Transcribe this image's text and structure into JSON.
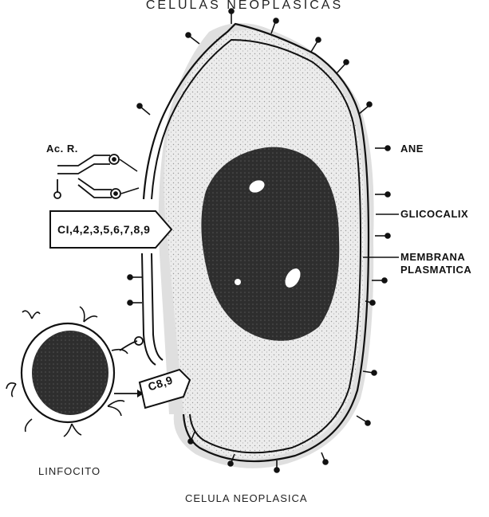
{
  "title": "CELULAS NEOPLASICAS",
  "labels": {
    "ac_r": "Ac. R.",
    "complement_box": "CI,4,2,3,5,6,7,8,9",
    "cb_box": "C8,9",
    "ane": "ANE",
    "glicocalix": "GLICOCALIX",
    "membrana_line1": "MEMBRANA",
    "membrana_line2": "PLASMATICA",
    "linfocito": "LINFOCITO",
    "celula_neoplasica": "CELULA NEOPLASICA"
  },
  "colors": {
    "ink": "#111111",
    "cytoplasm": "#e6e6e6",
    "nucleus": "#2b2b2b",
    "halo": "#c9c9c9"
  }
}
